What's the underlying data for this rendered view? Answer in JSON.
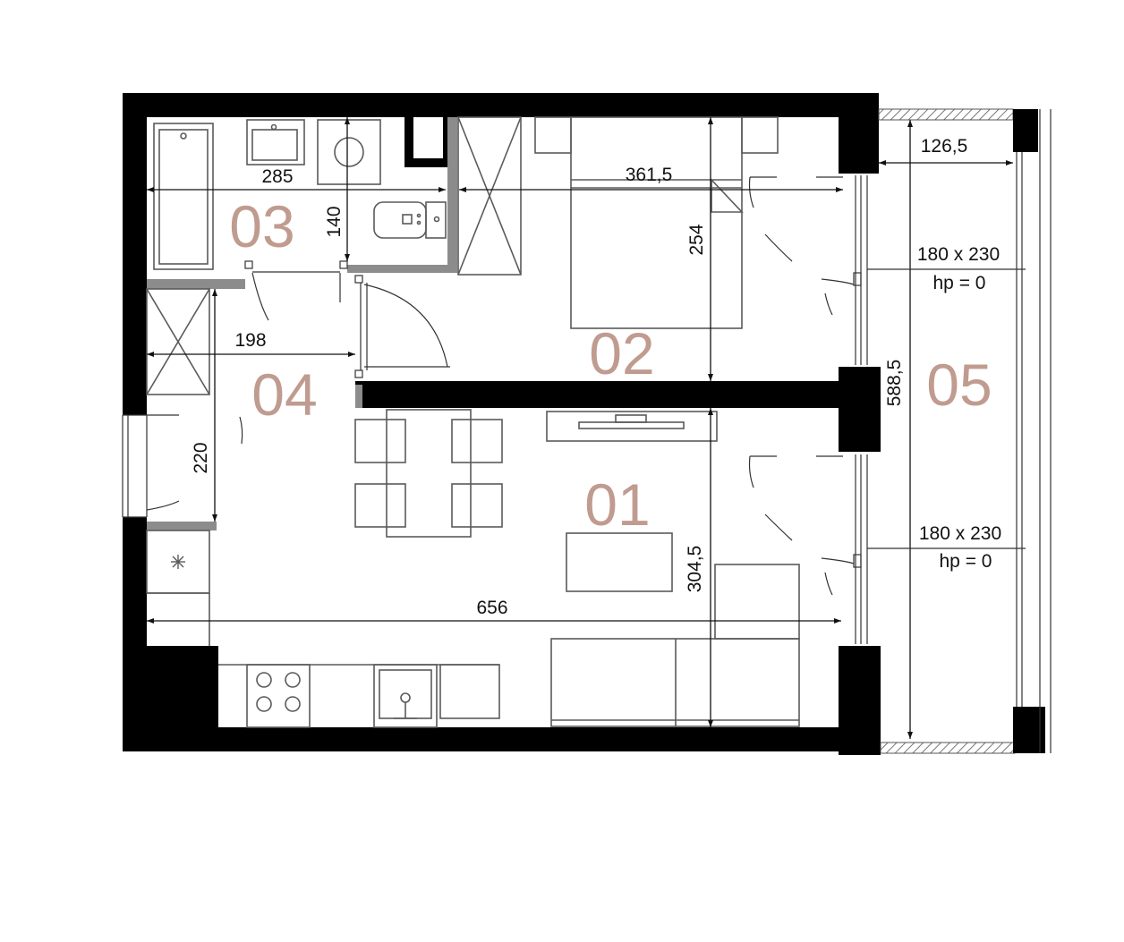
{
  "rooms": {
    "r01": "01",
    "r02": "02",
    "r03": "03",
    "r04": "04",
    "r05": "05"
  },
  "dimensions": {
    "d285": "285",
    "d140": "140",
    "d361": "361,5",
    "d254": "254",
    "d126": "126,5",
    "d198": "198",
    "d220": "220",
    "d588": "588,5",
    "d656": "656",
    "d304": "304,5"
  },
  "windows": [
    {
      "size": "180 x 230",
      "hp": "hp = 0"
    },
    {
      "size": "180 x 230",
      "hp": "hp = 0"
    }
  ],
  "colors": {
    "wall": "#000000",
    "partition": "#8c8c8c",
    "room_label": "#c09b8f"
  }
}
